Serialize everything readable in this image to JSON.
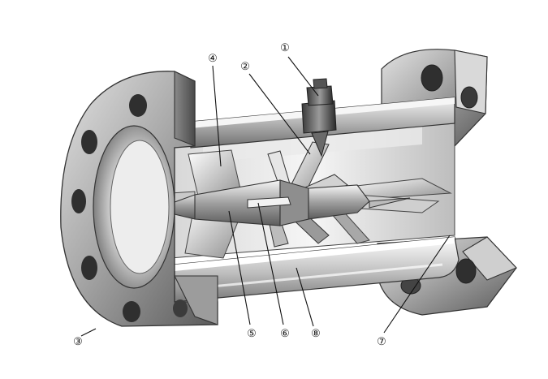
{
  "diagram": {
    "callouts": [
      {
        "id": "c1",
        "label": "①"
      },
      {
        "id": "c2",
        "label": "②"
      },
      {
        "id": "c3",
        "label": "③"
      },
      {
        "id": "c4",
        "label": "④"
      },
      {
        "id": "c5",
        "label": "⑤"
      },
      {
        "id": "c6",
        "label": "⑥"
      },
      {
        "id": "c7",
        "label": "⑦"
      },
      {
        "id": "c8",
        "label": "⑧"
      }
    ]
  }
}
